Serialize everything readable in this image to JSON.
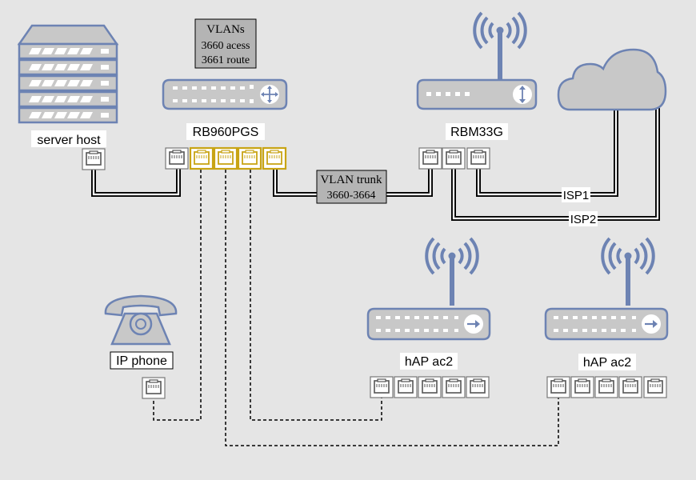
{
  "devices": {
    "server": {
      "label": "server host"
    },
    "rb960": {
      "label": "RB960PGS"
    },
    "rbm33g": {
      "label": "RBM33G"
    },
    "phone": {
      "label": "IP phone"
    },
    "hap1": {
      "label": "hAP ac2"
    },
    "hap2": {
      "label": "hAP ac2"
    }
  },
  "notes": {
    "vlans": {
      "line1": "VLANs",
      "line2": "3660 acess",
      "line3": "3661 route"
    },
    "trunk": {
      "line1": "VLAN trunk",
      "line2": "3660-3664"
    }
  },
  "links": {
    "isp1": "ISP1",
    "isp2": "ISP2"
  },
  "colors": {
    "device_fill": "#c8c8c8",
    "device_stroke": "#6d83b3",
    "port_highlight": "#c8a414",
    "line": "#000000"
  },
  "icons": {
    "server": "server-rack-icon",
    "router": "router-icon",
    "wireless": "wireless-router-icon",
    "cloud": "cloud-icon",
    "phone": "telephone-icon"
  }
}
